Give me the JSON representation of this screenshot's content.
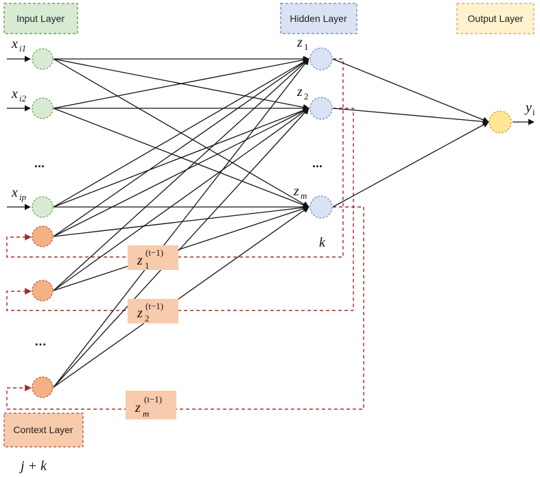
{
  "layers": {
    "input": {
      "label": "Input Layer",
      "fill": "#d9ead3",
      "stroke": "#5a8a4a"
    },
    "hidden": {
      "label": "Hidden Layer",
      "fill": "#dae3f3",
      "stroke": "#6a7fb0"
    },
    "output": {
      "label": "Output Layer",
      "fill": "#fff2cc",
      "stroke": "#c9a84a"
    },
    "context": {
      "label": "Context Layer",
      "fill": "#f8cbad",
      "stroke": "#b04a3a"
    }
  },
  "node_colors": {
    "input": {
      "fill": "#d9ead3",
      "stroke": "#6aa84f"
    },
    "hidden": {
      "fill": "#dae3f3",
      "stroke": "#6d8fd0"
    },
    "output": {
      "fill": "#ffe699",
      "stroke": "#d4a017"
    },
    "context": {
      "fill": "#f4b183",
      "stroke": "#c55a3a"
    }
  },
  "labels": {
    "x1": {
      "base": "x",
      "sub": "i1"
    },
    "x2": {
      "base": "x",
      "sub": "i2"
    },
    "xp": {
      "base": "x",
      "sub": "ip"
    },
    "z1": {
      "base": "z",
      "sub": "1"
    },
    "z2": {
      "base": "z",
      "sub": "2"
    },
    "zm": {
      "base": "z",
      "sub": "m"
    },
    "y": {
      "base": "y",
      "sub": "i"
    },
    "k": "k",
    "jk": "j + k",
    "ellipsis": "...",
    "ellipsis_bold": "…"
  },
  "context_boxes": {
    "fill": "#f8cbad",
    "items": [
      {
        "base": "z",
        "sub": "1",
        "sup": "(t−1)"
      },
      {
        "base": "z",
        "sub": "2",
        "sup": "(t−1)"
      },
      {
        "base": "z",
        "sub": "m",
        "sup": "(t−1)"
      }
    ]
  },
  "feedback_color": "#a52a2a"
}
